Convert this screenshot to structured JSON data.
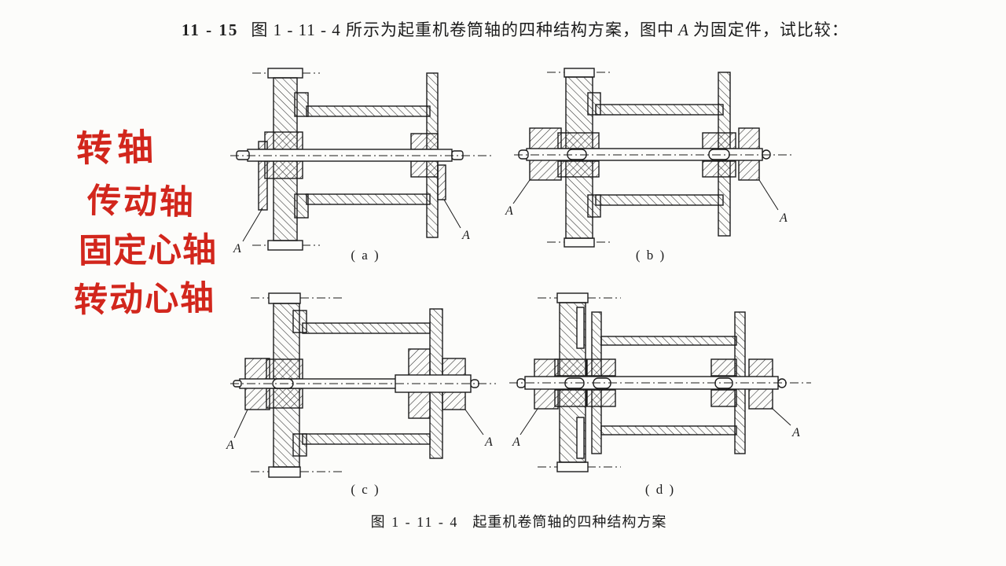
{
  "colors": {
    "paper": "#fcfcfa",
    "ink": "#1f1f1f",
    "annotation_red": "#d2261c"
  },
  "problem": {
    "number": "11 - 15",
    "statement_prefix": "图 1 - 11 - 4 所示为起重机卷筒轴的四种结构方案，图中",
    "fixed_part_symbol": "A",
    "statement_suffix": "为固定件，试比较："
  },
  "handwritten_annotations": {
    "items": [
      {
        "label": "转轴"
      },
      {
        "label": "传动轴"
      },
      {
        "label": "固定心轴"
      },
      {
        "label": "转动心轴"
      }
    ]
  },
  "figure": {
    "caption_label": "图 1 - 11 - 4",
    "caption_title": "起重机卷筒轴的四种结构方案",
    "subfigures": [
      {
        "id": "a",
        "label": "( a )",
        "marker_left": "A",
        "marker_right": "A"
      },
      {
        "id": "b",
        "label": "( b )",
        "marker_left": "A",
        "marker_right": "A"
      },
      {
        "id": "c",
        "label": "( c )",
        "marker_left": "A",
        "marker_right": "A"
      },
      {
        "id": "d",
        "label": "( d )",
        "marker_left": "A",
        "marker_right": "A"
      }
    ]
  }
}
